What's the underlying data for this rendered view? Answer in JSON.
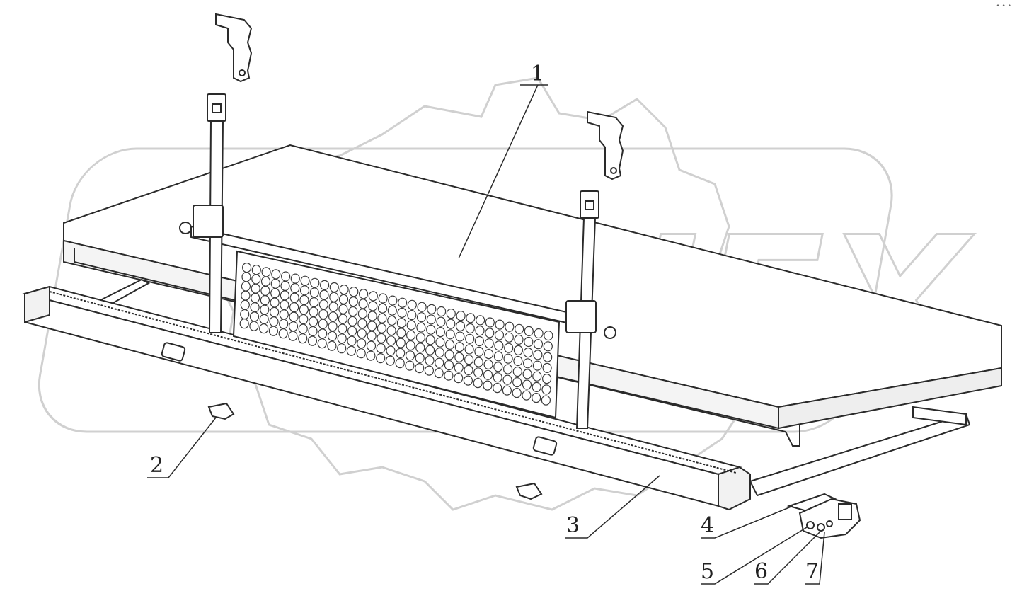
{
  "watermark": {
    "text": "ORIEX",
    "color": "#d0d0d0"
  },
  "colors": {
    "line": "#2a2a2a",
    "label": "#222222",
    "fill": "#ffffff",
    "mesh": "#3a3a3a"
  },
  "callouts": [
    {
      "id": "1",
      "text": "1"
    },
    {
      "id": "2",
      "text": "2"
    },
    {
      "id": "3",
      "text": "3"
    },
    {
      "id": "4",
      "text": "4"
    },
    {
      "id": "5",
      "text": "5"
    },
    {
      "id": "6",
      "text": "6"
    },
    {
      "id": "7",
      "text": "7"
    }
  ],
  "corner_mark": "• • •"
}
